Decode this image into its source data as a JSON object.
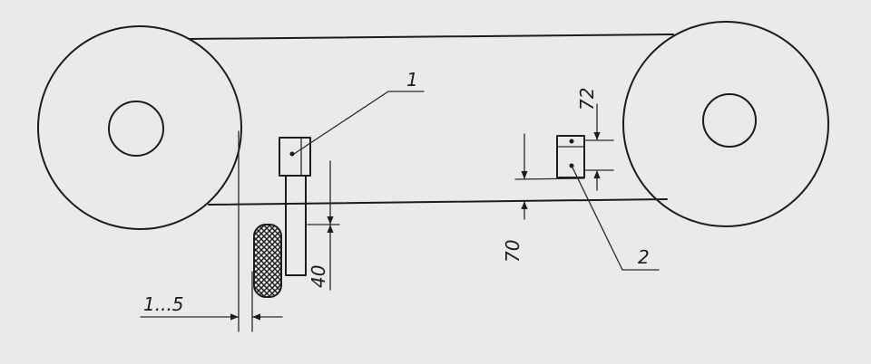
{
  "labels": {
    "part_1": "1",
    "part_2": "2",
    "dim_gap": "1...5",
    "dim_40": "40",
    "dim_70": "70",
    "dim_72": "72"
  },
  "colors": {
    "paper": "#e9eaea",
    "ink": "#1c1c1c"
  }
}
